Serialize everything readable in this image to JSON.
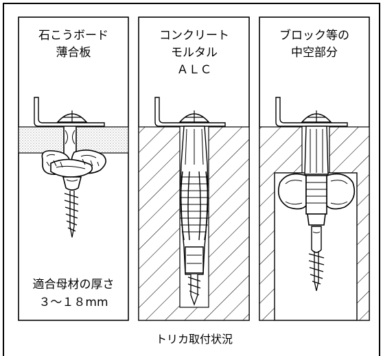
{
  "panels": [
    {
      "id": "gypsum",
      "title_lines": [
        "石こうボード",
        "薄合板"
      ]
    },
    {
      "id": "concrete",
      "title_lines": [
        "コンクリート",
        "モルタル",
        "ＡＬＣ"
      ]
    },
    {
      "id": "block",
      "title_lines": [
        "ブロック等の",
        "中空部分"
      ]
    }
  ],
  "suitable_base": {
    "label": "適合母材の厚さ",
    "value": "３～１８mm"
  },
  "caption": "トリカ取付状況",
  "colors": {
    "line": "#000000",
    "background": "#ffffff"
  }
}
